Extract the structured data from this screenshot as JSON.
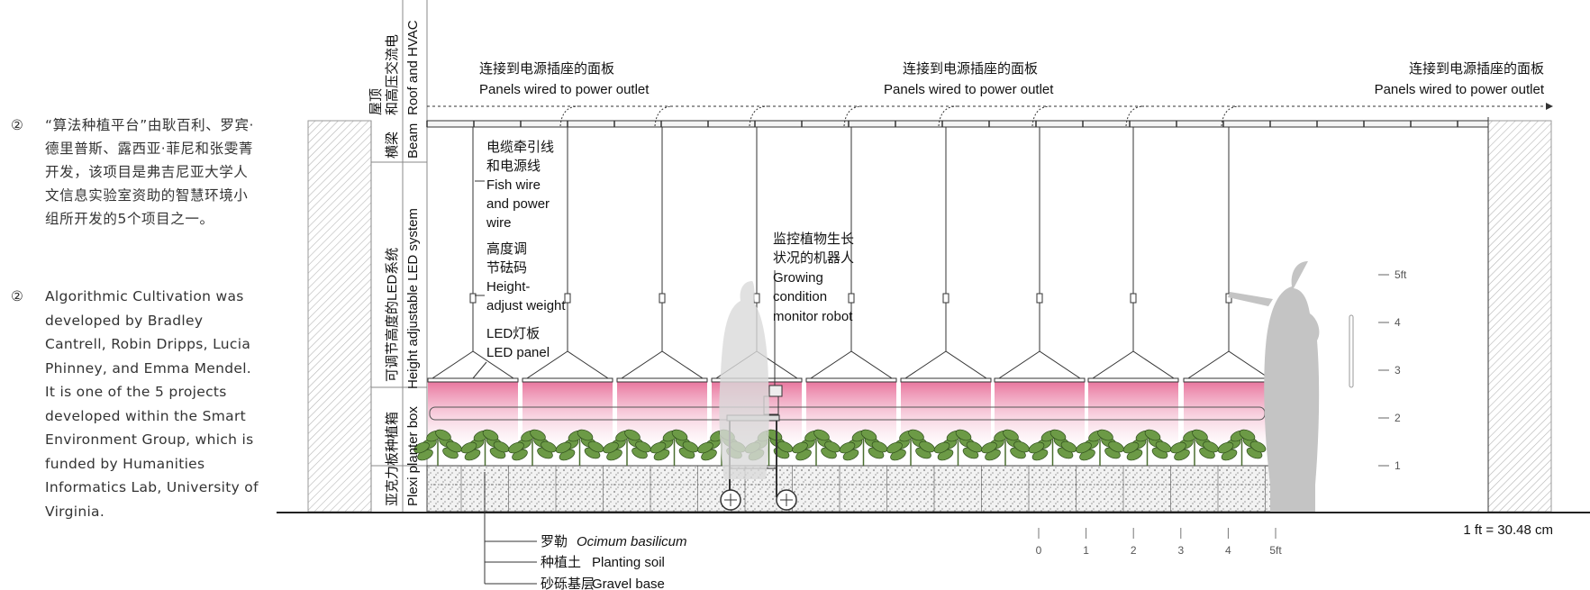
{
  "caption": {
    "number": "②",
    "chinese": "“算法种植平台”由耿百利、罗宾·德里普斯、露西亚·菲尼和张雯菁开发，该项目是弗吉尼亚大学人文信息实验室资助的智慧环境小组所开发的5个项目之一。",
    "english": "Algorithmic Cultivation was developed by Bradley Cantrell, Robin Dripps, Lucia Phinney, and Emma Mendel. It is one of the 5 projects developed within the Smart Environment Group, which is funded by Humanities Informatics Lab, University of Virginia."
  },
  "zones": {
    "roof": {
      "cn1": "屋顶",
      "cn2": "和高压交流电",
      "en": "Roof and HVAC"
    },
    "beam": {
      "cn": "横梁",
      "en": "Beam"
    },
    "led": {
      "cn": "可调节高度的LED系统",
      "en": "Height adjustable LED system"
    },
    "planter": {
      "cn": "亚克力板种植箱",
      "en": "Plexi planter box"
    }
  },
  "panels_label": {
    "cn": "连接到电源插座的面板",
    "en": "Panels wired to power outlet"
  },
  "callouts": {
    "fish_cn1": "电缆牵引线",
    "fish_cn2": "和电源线",
    "fish_en1": "Fish wire",
    "fish_en2": "and power",
    "fish_en3": "wire",
    "weight_cn1": "高度调",
    "weight_cn2": "节砝码",
    "weight_en1": "Height-",
    "weight_en2": "adjust weight",
    "led_cn": "LED灯板",
    "led_en": "LED panel",
    "robot_cn1": "监控植物生长",
    "robot_cn2": "状况的机器人",
    "robot_en1": "Growing",
    "robot_en2": "condition",
    "robot_en3": "monitor robot"
  },
  "layers": [
    {
      "cn": "罗勒",
      "en": "Ocimum basilicum"
    },
    {
      "cn": "种植土",
      "en": "Planting soil"
    },
    {
      "cn": "砂砾基层",
      "en": "Gravel base"
    }
  ],
  "height_scale": [
    "5ft",
    "4",
    "3",
    "2",
    "1"
  ],
  "bottom_scale": [
    "0",
    "1",
    "2",
    "3",
    "4",
    "5ft"
  ],
  "unit_note": "1 ft = 30.48 cm",
  "colors": {
    "led_glow": "#e8709a",
    "structure": "#333333",
    "hatch": "#bdbdbd",
    "plant": "#5a8a3a",
    "figure": "#c8c8c8"
  }
}
